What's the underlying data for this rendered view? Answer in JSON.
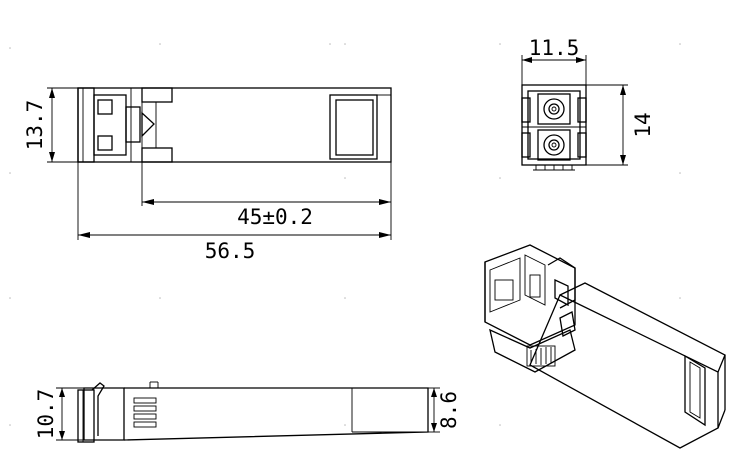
{
  "dimensions": {
    "front_height": "13.7",
    "total_length": "56.5",
    "body_length": "45±0.2",
    "end_width": "11.5",
    "end_height": "14",
    "side_height_left": "10.7",
    "side_height_right": "8.6"
  }
}
